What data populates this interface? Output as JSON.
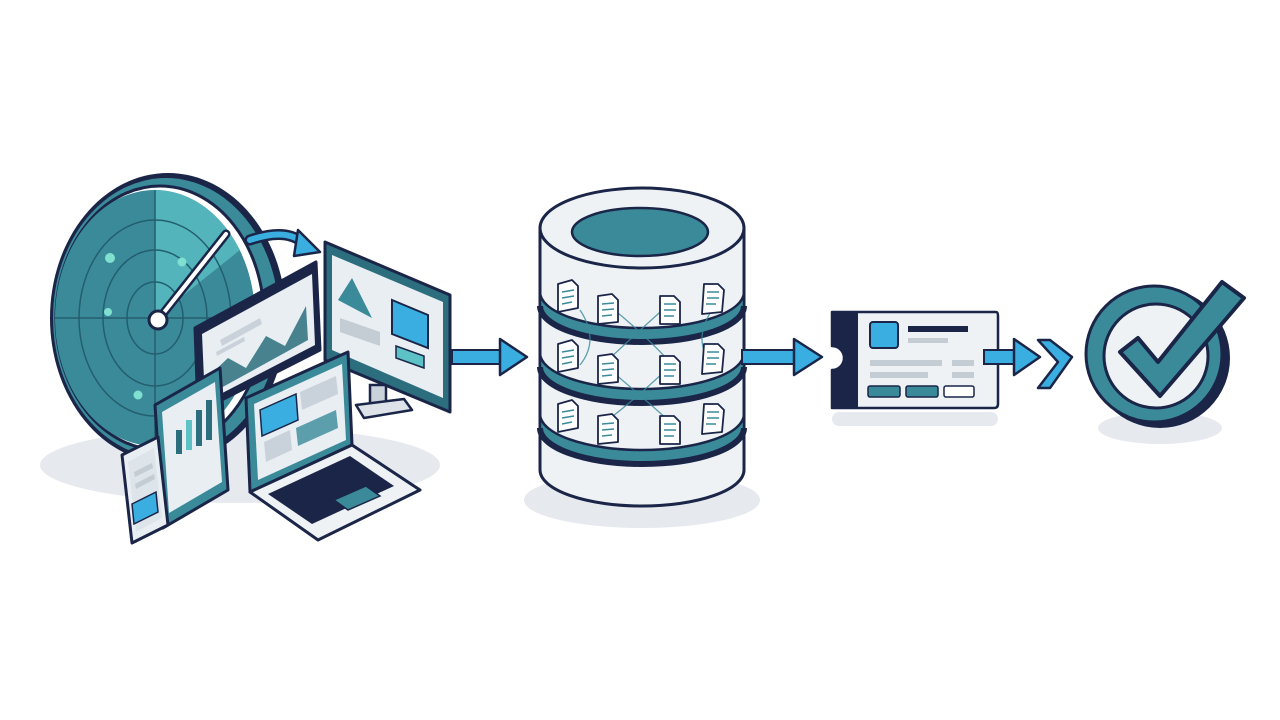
{
  "diagram": {
    "stages": [
      {
        "id": "sources",
        "icon": "radar-and-devices-icon"
      },
      {
        "id": "storage",
        "icon": "database-cylinder-icon"
      },
      {
        "id": "ticket",
        "icon": "ticket-card-icon"
      },
      {
        "id": "complete",
        "icon": "checkmark-circle-icon"
      }
    ],
    "colors": {
      "navy": "#1a2548",
      "teal": "#3a8a9a",
      "teal_light": "#5cc2c6",
      "blue_arrow": "#2e8fd6",
      "bright_blue": "#3aaee0",
      "panel_light": "#e9eef2",
      "gray": "#c9d2da",
      "shadow": "#e6e9ee"
    }
  }
}
